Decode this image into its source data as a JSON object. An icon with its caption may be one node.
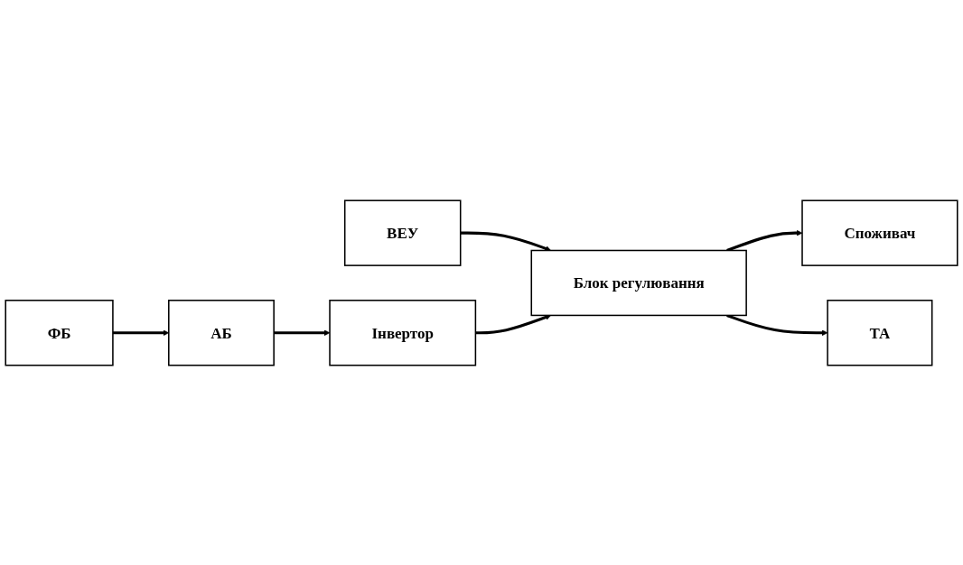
{
  "diagram": {
    "nodes": [
      {
        "text": [
          "ВЕУ"
        ]
      },
      {
        "text": [
          "Блок регулювання"
        ]
      },
      {
        "text": [
          "Споживач"
        ]
      },
      {
        "text": [
          "ФБ"
        ]
      },
      {
        "text": [
          "Інвертор"
        ]
      },
      {
        "text": [
          "ТА"
        ]
      },
      {
        "text": [
          "АБ"
        ]
      }
    ],
    "edges": [
      {
        "from": 0,
        "to": 1,
        "arrow": "to"
      },
      {
        "from": 1,
        "to": 2,
        "arrow": "to"
      },
      {
        "from": 1,
        "to": 5,
        "arrow": "to"
      },
      {
        "from": 3,
        "to": 6,
        "arrow": "to"
      },
      {
        "from": 6,
        "to": 4,
        "arrow": "to"
      },
      {
        "from": 4,
        "to": 1,
        "arrow": "to"
      }
    ]
  }
}
